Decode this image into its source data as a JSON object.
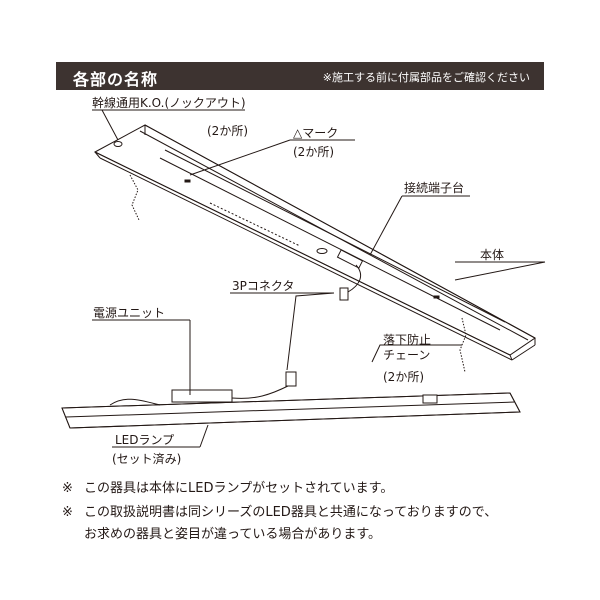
{
  "header": {
    "title": "各部の名称",
    "note": "※施工する前に付属部品をご確認ください",
    "bg_color": "#3d3330",
    "text_color": "#ffffff"
  },
  "labels": {
    "knockout": "幹線通用K.O.(ノックアウト)",
    "knockout_count": "(2か所)",
    "triangle_mark": "△マーク",
    "triangle_count": "(2か所)",
    "terminal_block": "接続端子台",
    "body": "本体",
    "connector": "3Pコネクタ",
    "power_unit": "電源ユニット",
    "chain_line1": "落下防止",
    "chain_line2": "チェーン",
    "chain_count": "(2か所)",
    "led_lamp": "LEDランプ",
    "led_lamp_sub": "(セット済み)"
  },
  "notes": [
    {
      "mark": "※",
      "line1": "この器具は本体にLEDランプがセットされています。"
    },
    {
      "mark": "※",
      "line1": "この取扱説明書は同シリーズのLED器具と共通になっておりますので、",
      "line2": "お求めの器具と姿目が違っている場合があります。"
    }
  ]
}
